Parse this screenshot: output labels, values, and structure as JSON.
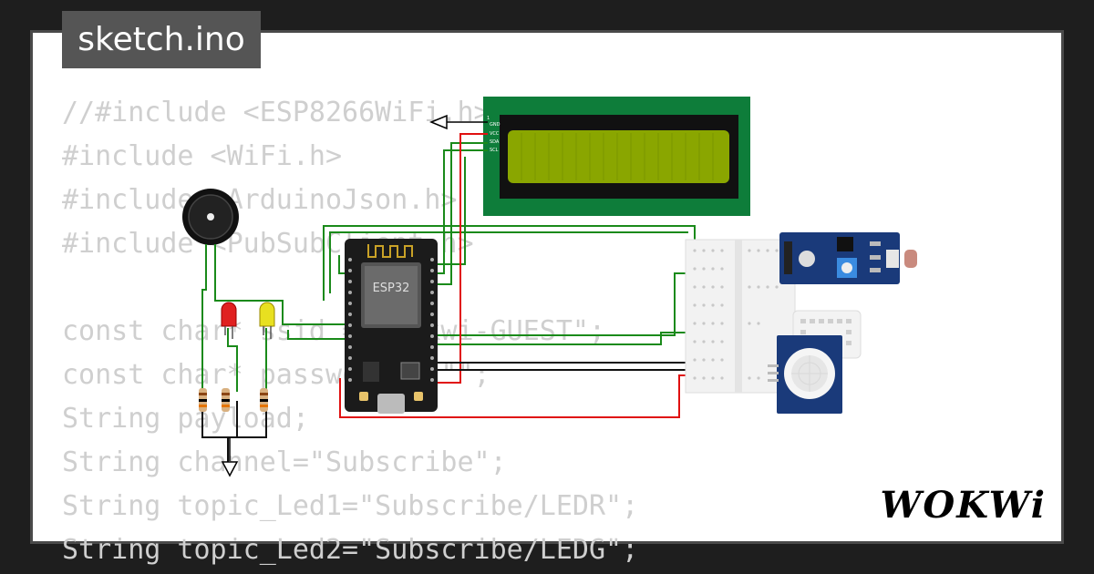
{
  "window": {
    "title": "sketch.ino"
  },
  "code": {
    "lines": [
      "//#include <ESP8266WiFi.h>",
      "#include <WiFi.h>",
      "#include <ArduinoJson.h>",
      "#include <PubSubClient.h>",
      "",
      "const char* ssid = \"Wokwi-GUEST\";",
      "const char* password = \"\";",
      "String payload;",
      "String channel=\"Subscribe\";",
      "String topic_Led1=\"Subscribe/LEDR\";",
      "String topic_Led2=\"Subscribe/LEDG\";"
    ]
  },
  "circuit": {
    "mcu_label": "ESP32",
    "lcd_pins": [
      "GND",
      "VCC",
      "SDA",
      "SCL"
    ],
    "lcd_pin_1": "1"
  },
  "brand": {
    "name": "WOKWi"
  },
  "colors": {
    "background": "#1e1e1e",
    "card": "#ffffff",
    "code_text": "#cfcfcf",
    "lcd_board": "#0e7d3a",
    "lcd_screen": "#8aa600",
    "esp32_board": "#1b1b1b",
    "wire_green": "#1a8a1a",
    "wire_red": "#e01010",
    "wire_black": "#111111"
  },
  "icons": [
    "ground-symbol-icon",
    "buzzer-icon",
    "led-red-icon",
    "led-yellow-icon",
    "resistor-icon",
    "pir-sensor-icon",
    "humidity-sensor-icon",
    "light-sensor-icon"
  ]
}
